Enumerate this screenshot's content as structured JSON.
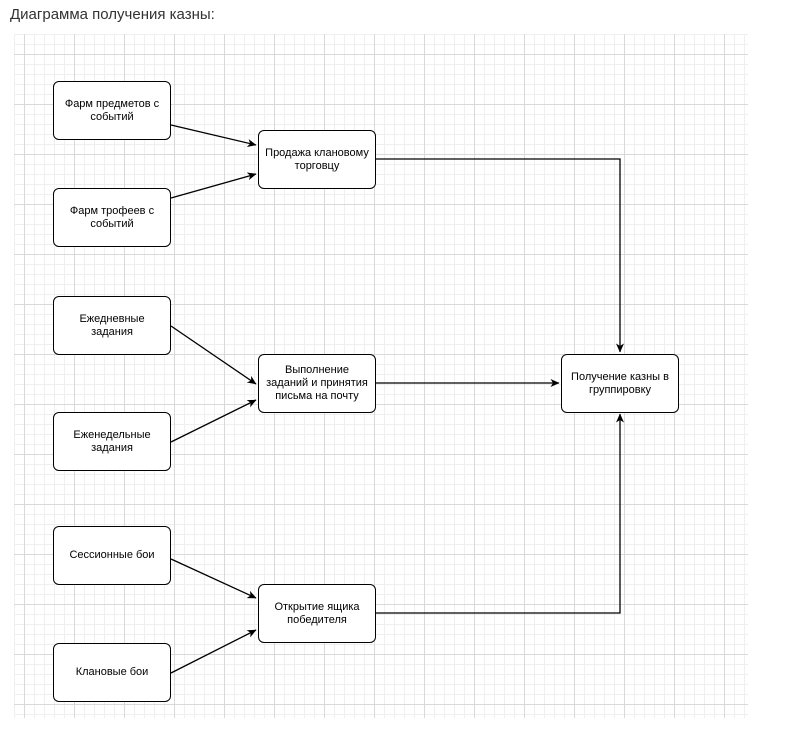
{
  "page": {
    "title": "Диаграмма получения казны:"
  },
  "diagram": {
    "nodes": {
      "farm_items": "Фарм предметов с событий",
      "farm_trophies": "Фарм трофеев с событий",
      "daily_tasks": "Ежедневные задания",
      "weekly_tasks": "Еженедельные задания",
      "session_fights": "Сессионные бои",
      "clan_fights": "Клановые бои",
      "sell_trader": "Продажа клановому торговцу",
      "complete_tasks": "Выполнение заданий и принятия письма на почту",
      "open_chest": "Открытие ящика победителя",
      "treasury": "Получение казны в группировку"
    },
    "edges": [
      {
        "from": "farm_items",
        "to": "sell_trader"
      },
      {
        "from": "farm_trophies",
        "to": "sell_trader"
      },
      {
        "from": "daily_tasks",
        "to": "complete_tasks"
      },
      {
        "from": "weekly_tasks",
        "to": "complete_tasks"
      },
      {
        "from": "session_fights",
        "to": "open_chest"
      },
      {
        "from": "clan_fights",
        "to": "open_chest"
      },
      {
        "from": "sell_trader",
        "to": "treasury"
      },
      {
        "from": "complete_tasks",
        "to": "treasury"
      },
      {
        "from": "open_chest",
        "to": "treasury"
      }
    ],
    "colors": {
      "stroke": "#000000",
      "fill": "#ffffff",
      "grid": "#d9d9d9"
    }
  }
}
